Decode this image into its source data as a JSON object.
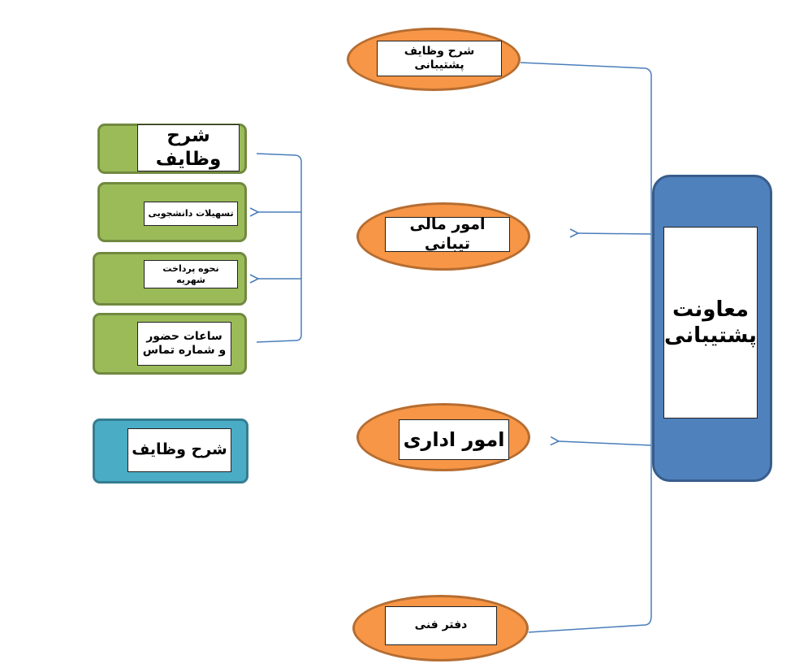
{
  "diagram": {
    "root": {
      "label": "معاونت پشتیبانی"
    },
    "branches": {
      "support_duties": {
        "label": "شرح وظایف پشتیبانی"
      },
      "financial": {
        "label": "امور مالی تیبانی"
      },
      "administrative": {
        "label": "امور اداری"
      },
      "technical_office": {
        "label": "دفتر فنی"
      }
    },
    "financial_children": {
      "duties": {
        "label": "شرح وظایف"
      },
      "student_facilities": {
        "label": "تسهیلات دانشجویی"
      },
      "tuition_payment": {
        "label": "نحوه پرداخت شهریه"
      },
      "hours_contact": {
        "label": "ساعات حضور و شماره تماس"
      }
    },
    "administrative_children": {
      "duties": {
        "label": "شرح وظایف"
      }
    }
  },
  "colors": {
    "ellipse_fill": "#f79646",
    "green_fill": "#9bbb59",
    "blue_fill": "#4bacc6",
    "root_fill": "#4f81bd",
    "connector": "#4a7ebb"
  }
}
